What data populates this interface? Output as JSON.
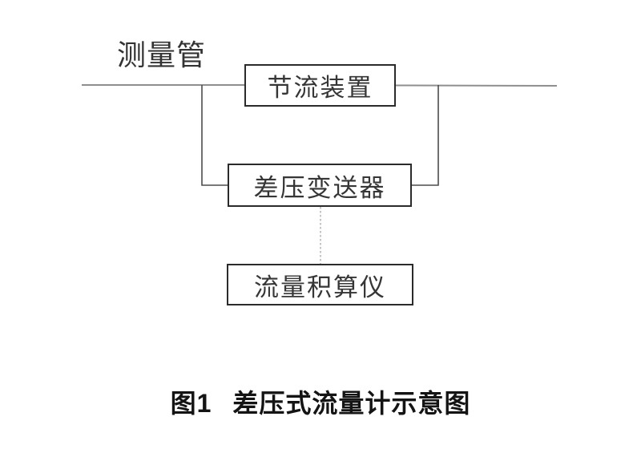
{
  "diagram": {
    "pipe_label": "测量管",
    "nodes": {
      "throttle_label": "节流装置",
      "transmitter_label": "差压变送器",
      "totalizer_label": "流量积算仪"
    },
    "caption": {
      "figure_no": "图1",
      "title": "差压式流量计示意图"
    },
    "colors": {
      "background": "#ffffff",
      "box_border": "#2b2b2b",
      "box_fill": "#ffffff",
      "node_text": "#363636",
      "pipe_line": "#8f8f8f",
      "tap_line": "#4d4d4d",
      "signal_line": "#b3b3b3",
      "caption_text": "#141414"
    }
  }
}
